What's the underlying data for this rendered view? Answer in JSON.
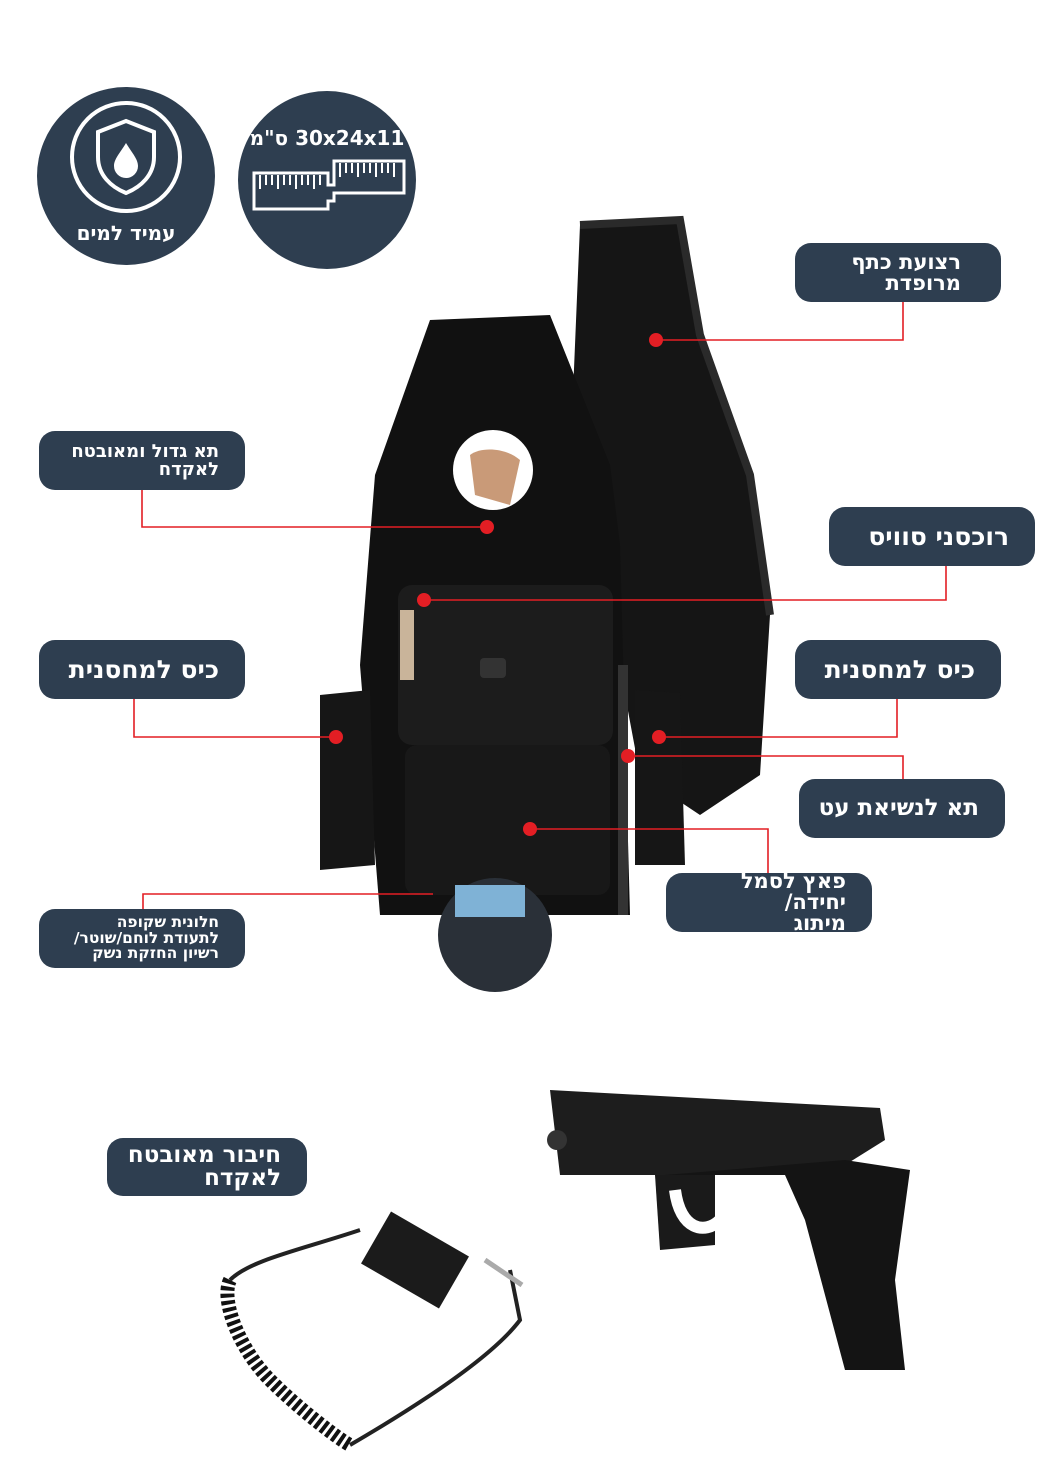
{
  "badges": {
    "waterproof": {
      "label": "עמיד למים",
      "icon": "shield-water-drop-icon"
    },
    "dimensions": {
      "label": "30x24x11 ס\"מ",
      "icon": "ruler-icon"
    }
  },
  "callouts": {
    "shoulder_strap": [
      "רצועת כתף",
      "מרופדת"
    ],
    "pistol_compartment": [
      "תא גדול ומאובטח",
      "לאקדח"
    ],
    "swiss_zippers": [
      "רוכסני סוויס"
    ],
    "magazine_left": [
      "כיס למחסנית"
    ],
    "magazine_right": [
      "כיס למחסנית"
    ],
    "pen_holder": [
      "תא לנשיאת עט"
    ],
    "patch": [
      "פאץ  לסמל יחידה/",
      "מיתוג"
    ],
    "window": [
      "חלונית שקופה",
      "לתעודת לוחם/שוטר/",
      "רשיון החזקת נשק"
    ],
    "lanyard": [
      "חיבור מאובטח",
      "לאקדח"
    ]
  },
  "colors": {
    "label_bg": "#2e3e50",
    "accent_red": "#e31e24"
  }
}
